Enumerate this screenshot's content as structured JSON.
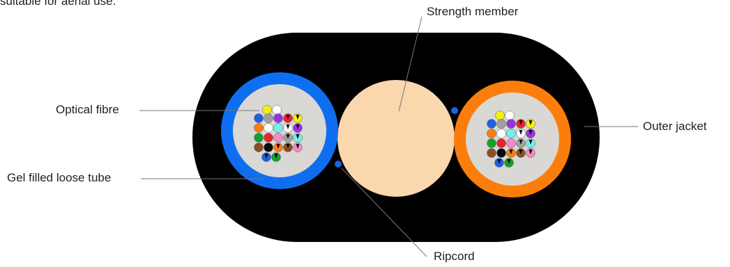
{
  "intro_text": "suitable for aerial use.",
  "labels": {
    "strength_member": "Strength member",
    "optical_fibre": "Optical fibre",
    "outer_jacket": "Outer jacket",
    "loose_tube": "Gel filled loose tube",
    "ripcord": "Ripcord"
  },
  "colors": {
    "jacket": "#000000",
    "strength_member": "#fad7ad",
    "tube_left": "#0f6ef0",
    "tube_right": "#fb7e0c",
    "gel": "#d9d8d5",
    "ripcord": "#1a62e6",
    "leader_line": "#777777"
  },
  "fibre_colors": {
    "blue": "#1f5fe0",
    "orange": "#fb7c12",
    "green": "#13a02d",
    "brown": "#8a4f22",
    "grey": "#a0a0a0",
    "white": "#ffffff",
    "red": "#e8232d",
    "black": "#0a0a0a",
    "yellow": "#f6ee13",
    "violet": "#9932e0",
    "pink": "#f28ac8",
    "aqua": "#6ff2ee"
  }
}
